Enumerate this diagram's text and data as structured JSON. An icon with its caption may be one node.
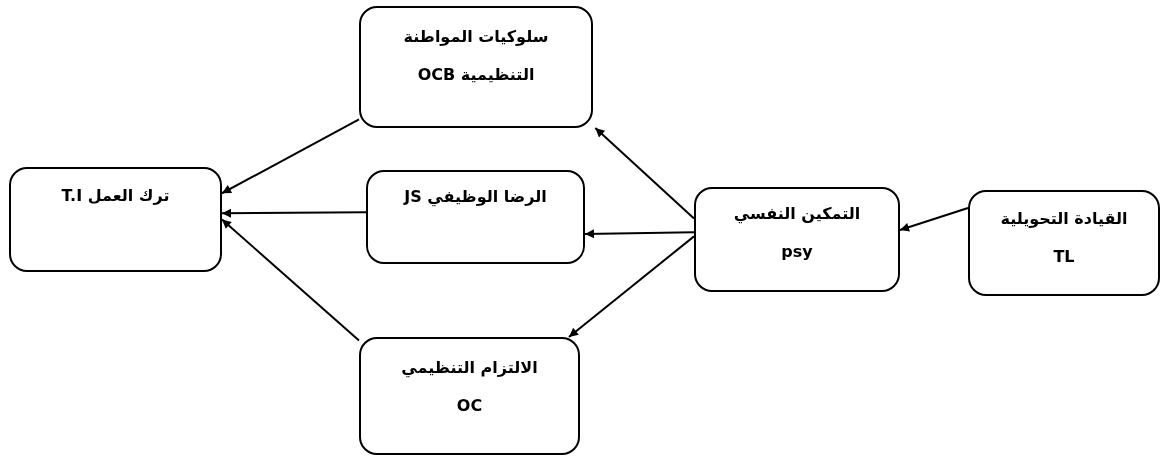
{
  "diagram": {
    "nodes": [
      {
        "text": [
          "القيادة التحويلية TL"
        ]
      },
      {
        "text": [
          "التمكين النفسي psy"
        ]
      },
      {
        "text": [
          "سلوكيات المواطنة التنظيمية OCB"
        ]
      },
      {
        "text": [
          "الرضا الوظيفي JS"
        ]
      },
      {
        "text": [
          "الالتزام التنظيمي OC"
        ]
      },
      {
        "text": [
          "ترك العمل T.I"
        ]
      }
    ],
    "edges": [
      {
        "from": 0,
        "to": 1,
        "arrow": "to"
      },
      {
        "from": 1,
        "to": 2,
        "arrow": "to"
      },
      {
        "from": 1,
        "to": 3,
        "arrow": "to"
      },
      {
        "from": 1,
        "to": 4,
        "arrow": "to"
      },
      {
        "from": 2,
        "to": 5,
        "arrow": "to"
      },
      {
        "from": 3,
        "to": 5,
        "arrow": "to"
      },
      {
        "from": 4,
        "to": 5,
        "arrow": "to"
      }
    ]
  }
}
